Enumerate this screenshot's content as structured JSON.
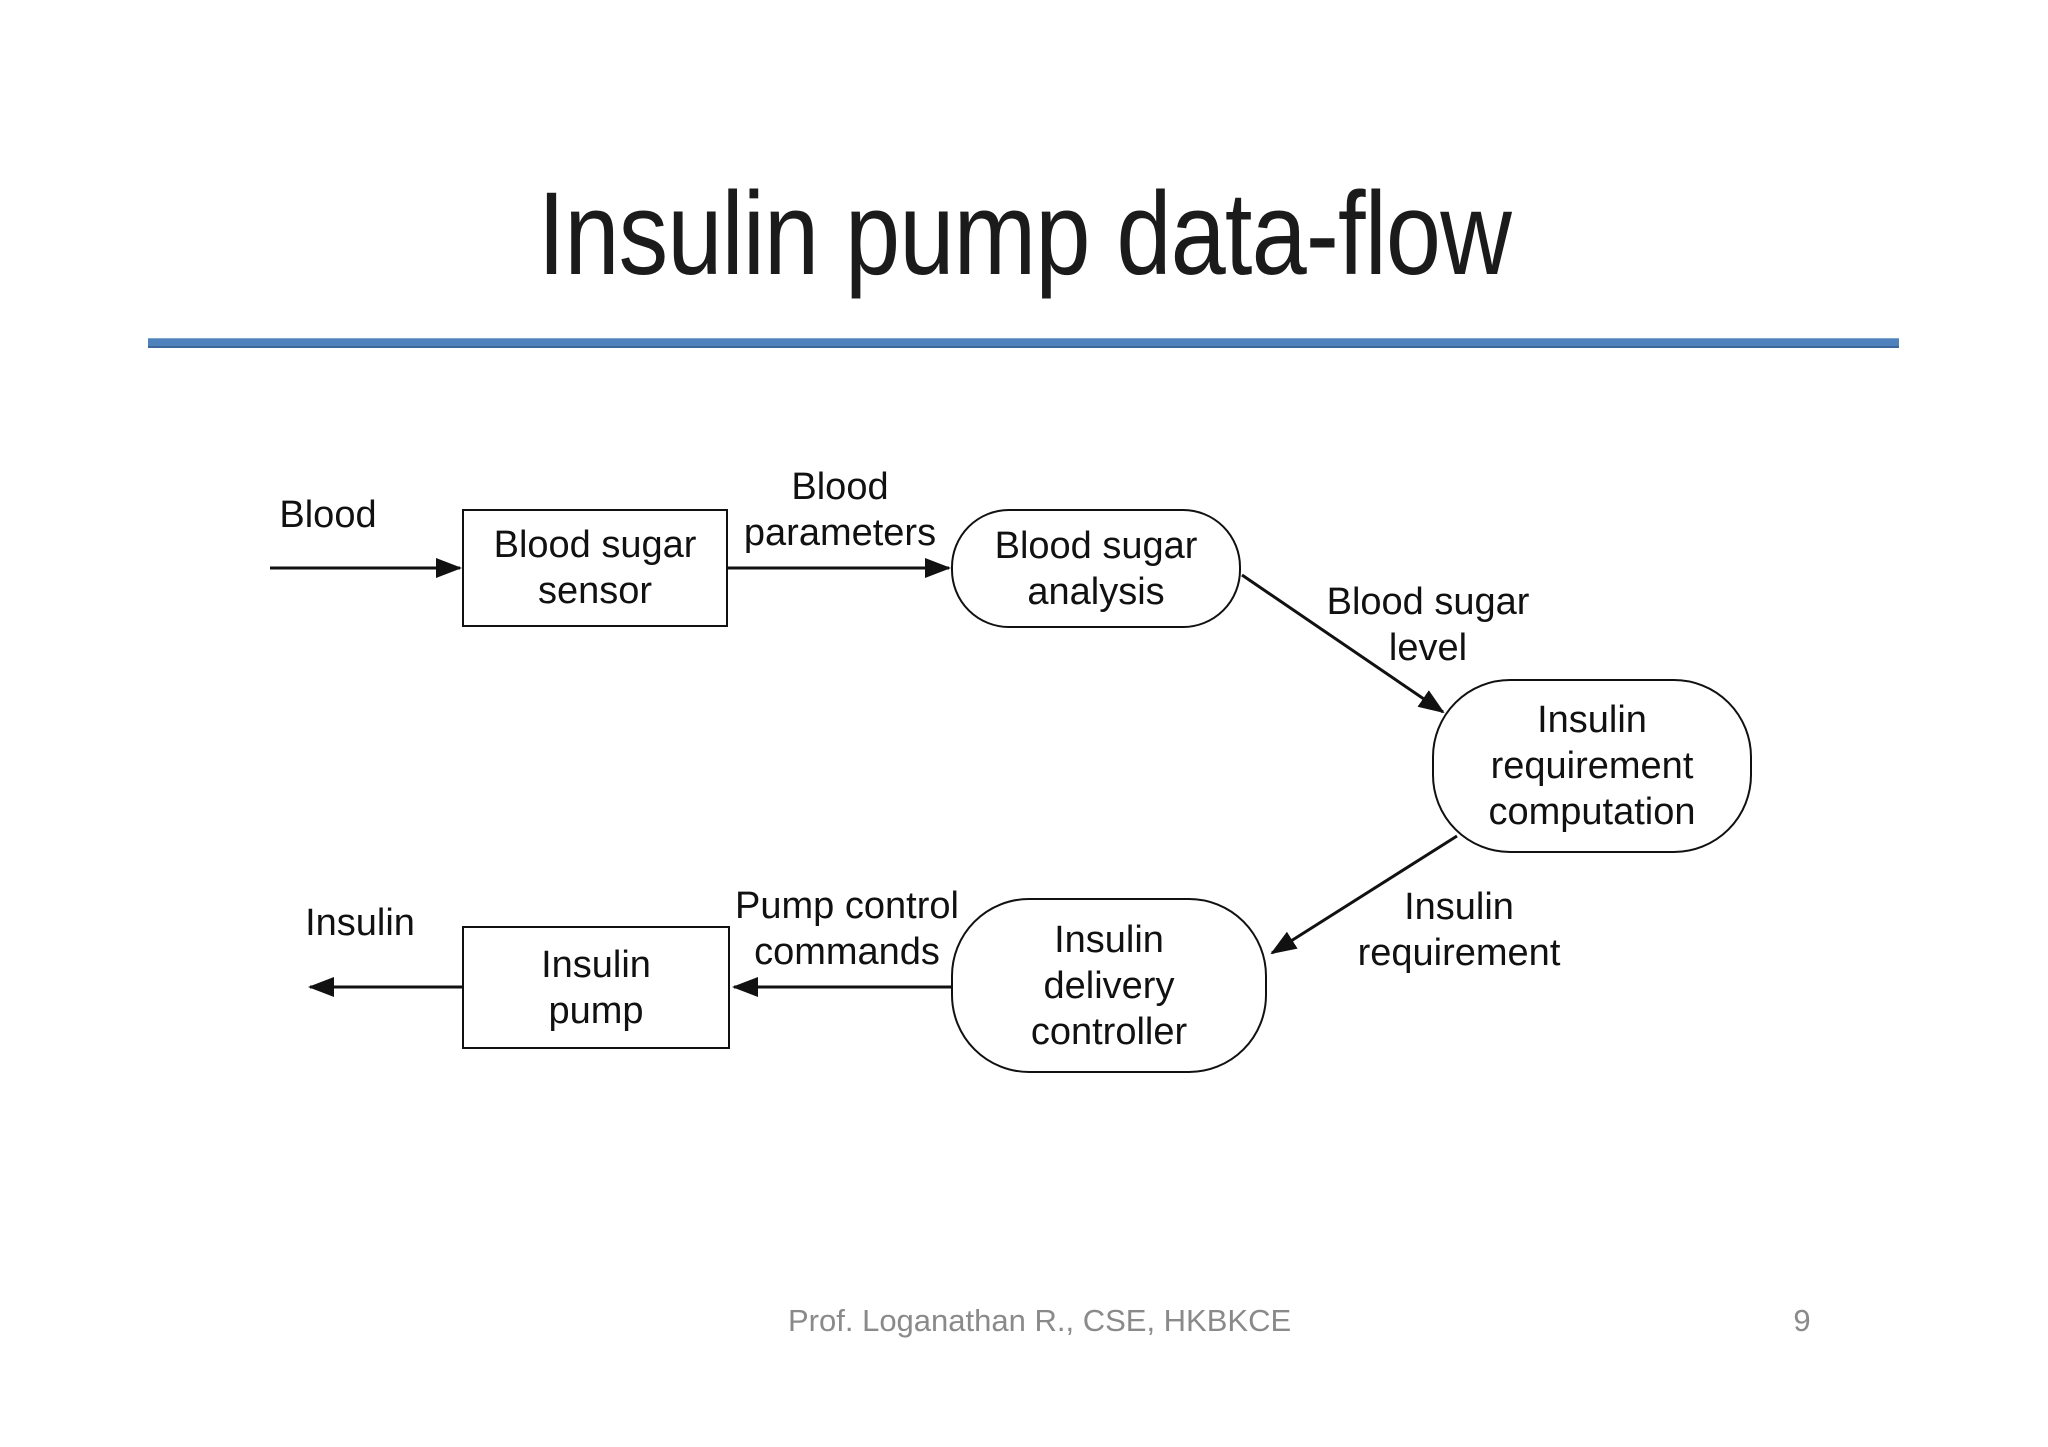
{
  "slide": {
    "title": "Insulin pump data-flow",
    "accent_color": "#4f81bd",
    "footer": {
      "author": "Prof. Loganathan R., CSE, HKBKCE",
      "page_number": "9"
    }
  },
  "diagram": {
    "type": "data-flow-diagram",
    "nodes": [
      {
        "id": "blood-sugar-sensor",
        "shape": "rectangle",
        "label": "Blood sugar sensor"
      },
      {
        "id": "blood-sugar-analysis",
        "shape": "rounded",
        "label": "Blood sugar analysis"
      },
      {
        "id": "insulin-requirement-computation",
        "shape": "rounded",
        "label": "Insulin requirement computation"
      },
      {
        "id": "insulin-delivery-controller",
        "shape": "rounded",
        "label": "Insulin delivery controller"
      },
      {
        "id": "insulin-pump",
        "shape": "rectangle",
        "label": "Insulin pump"
      }
    ],
    "edges": [
      {
        "from": "external-input",
        "to": "blood-sugar-sensor",
        "label": "Blood"
      },
      {
        "from": "blood-sugar-sensor",
        "to": "blood-sugar-analysis",
        "label": "Blood parameters"
      },
      {
        "from": "blood-sugar-analysis",
        "to": "insulin-requirement-computation",
        "label": "Blood sugar level"
      },
      {
        "from": "insulin-requirement-computation",
        "to": "insulin-delivery-controller",
        "label": "Insulin requirement"
      },
      {
        "from": "insulin-delivery-controller",
        "to": "insulin-pump",
        "label": "Pump control commands"
      },
      {
        "from": "insulin-pump",
        "to": "external-output",
        "label": "Insulin"
      }
    ]
  }
}
